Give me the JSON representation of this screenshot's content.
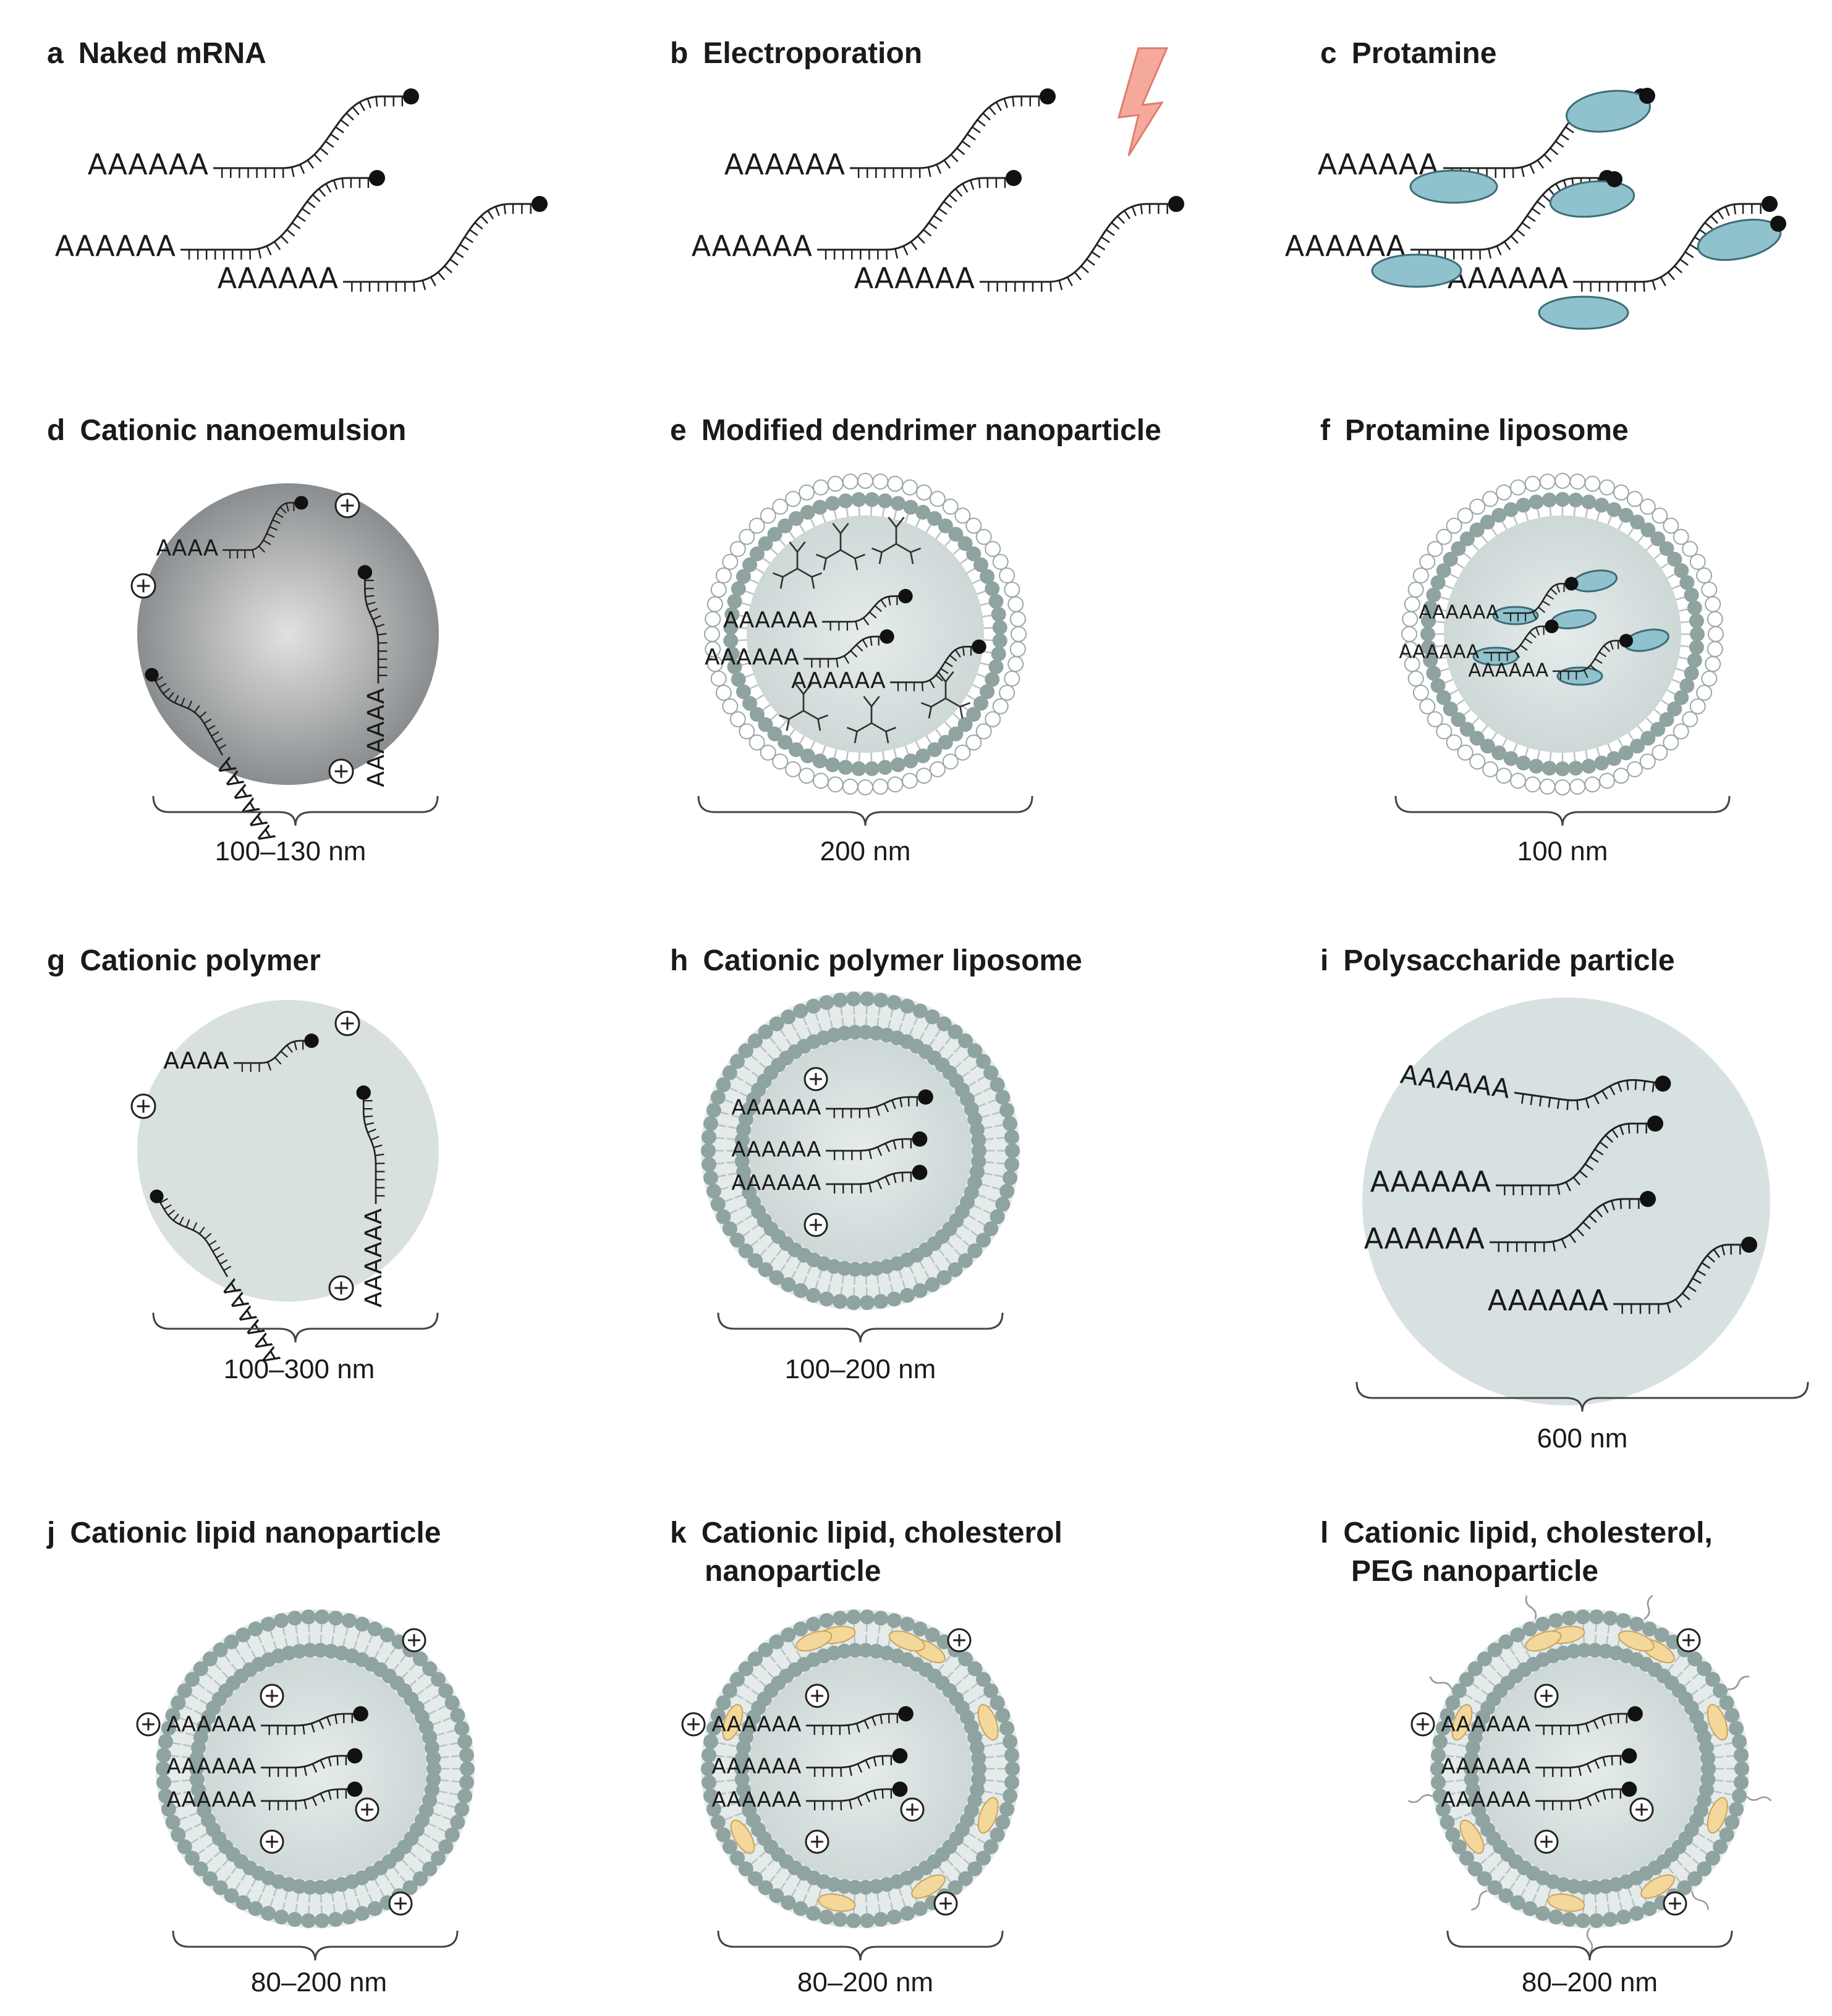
{
  "colors": {
    "text": "#1a1a1a",
    "protamine": "#8fc2cc",
    "protamine_stroke": "#3d6c77",
    "nanoemulsion_dark": "#8a8d8f",
    "nanoemulsion_light": "#d9dadb",
    "core_fill": "#dce3e3",
    "lipid_head": "#8fa3a1",
    "lipid_tail": "#b7c3c2",
    "cholesterol": "#f4d79b",
    "lightning": "#f5a99b"
  },
  "poly_a": "AAAAAA",
  "poly_a_short": "AAAA",
  "panels": [
    {
      "letter": "a",
      "title": "Naked mRNA",
      "size": ""
    },
    {
      "letter": "b",
      "title": "Electroporation",
      "size": "",
      "icon": "lightning-icon"
    },
    {
      "letter": "c",
      "title": "Protamine",
      "size": ""
    },
    {
      "letter": "d",
      "title": "Cationic nanoemulsion",
      "size": "100–130 nm"
    },
    {
      "letter": "e",
      "title": "Modified dendrimer nanoparticle",
      "size": "200 nm"
    },
    {
      "letter": "f",
      "title": "Protamine liposome",
      "size": "100 nm"
    },
    {
      "letter": "g",
      "title": "Cationic polymer",
      "size": "100–300 nm"
    },
    {
      "letter": "h",
      "title": "Cationic polymer liposome",
      "size": "100–200 nm"
    },
    {
      "letter": "i",
      "title": "Polysaccharide particle",
      "size": "600 nm"
    },
    {
      "letter": "j",
      "title": "Cationic lipid nanoparticle",
      "size": "80–200 nm"
    },
    {
      "letter": "k",
      "title": "Cationic lipid, cholesterol",
      "title2": "nanoparticle",
      "size": "80–200 nm"
    },
    {
      "letter": "l",
      "title": "Cationic lipid, cholesterol,",
      "title2": "PEG nanoparticle",
      "size": "80–200 nm"
    }
  ]
}
